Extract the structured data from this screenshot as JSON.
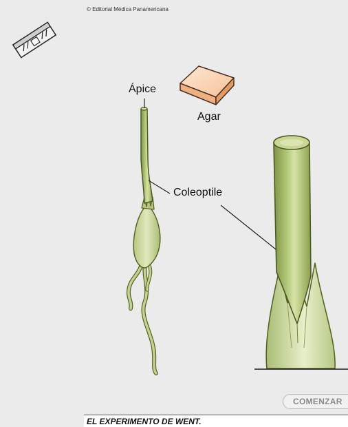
{
  "copyright": "© Editorial Médica Panamericana",
  "labels": {
    "apex": "Ápice",
    "agar": "Agar",
    "coleoptile": "Coleoptile"
  },
  "buttons": {
    "start": "COMENZAR"
  },
  "caption": "EL EXPERIMENTO DE WENT.",
  "icons": [
    "razor-blade-icon"
  ],
  "colors": {
    "background": "#ebebeb",
    "plant_green": "#a9bd6c",
    "plant_outline": "#4c5a22",
    "agar_fill": "#f6c59b"
  }
}
